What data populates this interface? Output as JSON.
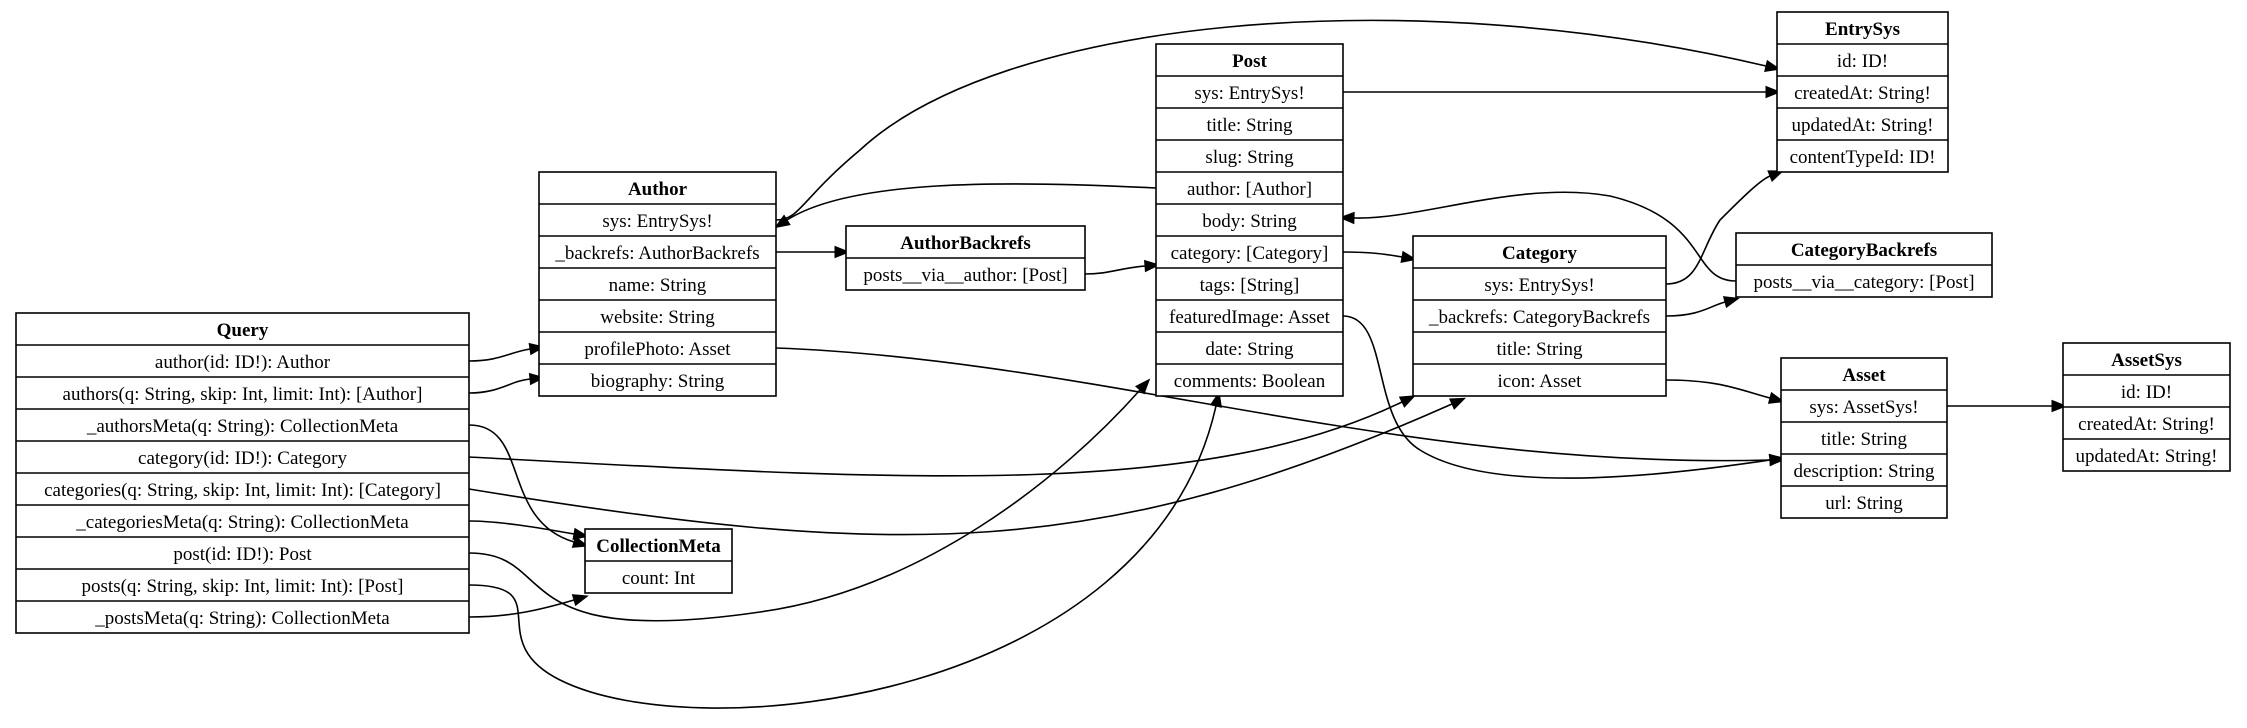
{
  "nodes": [
    {
      "id": "Query",
      "title": "Query",
      "fields": [
        "author(id: ID!): Author",
        "authors(q: String, skip: Int, limit: Int): [Author]",
        "_authorsMeta(q: String): CollectionMeta",
        "category(id: ID!): Category",
        "categories(q: String, skip: Int, limit: Int): [Category]",
        "_categoriesMeta(q: String): CollectionMeta",
        "post(id: ID!): Post",
        "posts(q: String, skip: Int, limit: Int): [Post]",
        "_postsMeta(q: String): CollectionMeta"
      ]
    },
    {
      "id": "Author",
      "title": "Author",
      "fields": [
        "sys: EntrySys!",
        "_backrefs: AuthorBackrefs",
        "name: String",
        "website: String",
        "profilePhoto: Asset",
        "biography: String"
      ]
    },
    {
      "id": "AuthorBackrefs",
      "title": "AuthorBackrefs",
      "fields": [
        "posts__via__author: [Post]"
      ]
    },
    {
      "id": "CollectionMeta",
      "title": "CollectionMeta",
      "fields": [
        "count: Int"
      ]
    },
    {
      "id": "Post",
      "title": "Post",
      "fields": [
        "sys: EntrySys!",
        "title: String",
        "slug: String",
        "author: [Author]",
        "body: String",
        "category: [Category]",
        "tags: [String]",
        "featuredImage: Asset",
        "date: String",
        "comments: Boolean"
      ]
    },
    {
      "id": "Category",
      "title": "Category",
      "fields": [
        "sys: EntrySys!",
        "_backrefs: CategoryBackrefs",
        "title: String",
        "icon: Asset"
      ]
    },
    {
      "id": "EntrySys",
      "title": "EntrySys",
      "fields": [
        "id: ID!",
        "createdAt: String!",
        "updatedAt: String!",
        "contentTypeId: ID!"
      ]
    },
    {
      "id": "CategoryBackrefs",
      "title": "CategoryBackrefs",
      "fields": [
        "posts__via__category: [Post]"
      ]
    },
    {
      "id": "Asset",
      "title": "Asset",
      "fields": [
        "sys: AssetSys!",
        "title: String",
        "description: String",
        "url: String"
      ]
    },
    {
      "id": "AssetSys",
      "title": "AssetSys",
      "fields": [
        "id: ID!",
        "createdAt: String!",
        "updatedAt: String!"
      ]
    }
  ],
  "edges": [
    {
      "from": "Query",
      "field": 0,
      "to": "Author"
    },
    {
      "from": "Query",
      "field": 1,
      "to": "Author"
    },
    {
      "from": "Query",
      "field": 2,
      "to": "CollectionMeta"
    },
    {
      "from": "Query",
      "field": 3,
      "to": "Category"
    },
    {
      "from": "Query",
      "field": 4,
      "to": "Category"
    },
    {
      "from": "Query",
      "field": 5,
      "to": "CollectionMeta"
    },
    {
      "from": "Query",
      "field": 6,
      "to": "Post"
    },
    {
      "from": "Query",
      "field": 7,
      "to": "Post"
    },
    {
      "from": "Query",
      "field": 8,
      "to": "CollectionMeta"
    },
    {
      "from": "Author",
      "field": 0,
      "to": "EntrySys"
    },
    {
      "from": "Author",
      "field": 1,
      "to": "AuthorBackrefs"
    },
    {
      "from": "Author",
      "field": 4,
      "to": "Asset"
    },
    {
      "from": "AuthorBackrefs",
      "field": 0,
      "to": "Post"
    },
    {
      "from": "Post",
      "field": 0,
      "to": "EntrySys"
    },
    {
      "from": "Post",
      "field": 3,
      "to": "Author"
    },
    {
      "from": "Post",
      "field": 5,
      "to": "Category"
    },
    {
      "from": "Post",
      "field": 7,
      "to": "Asset"
    },
    {
      "from": "Category",
      "field": 0,
      "to": "EntrySys"
    },
    {
      "from": "Category",
      "field": 1,
      "to": "CategoryBackrefs"
    },
    {
      "from": "Category",
      "field": 3,
      "to": "Asset"
    },
    {
      "from": "CategoryBackrefs",
      "field": 0,
      "to": "Post"
    },
    {
      "from": "Asset",
      "field": 0,
      "to": "AssetSys"
    }
  ]
}
